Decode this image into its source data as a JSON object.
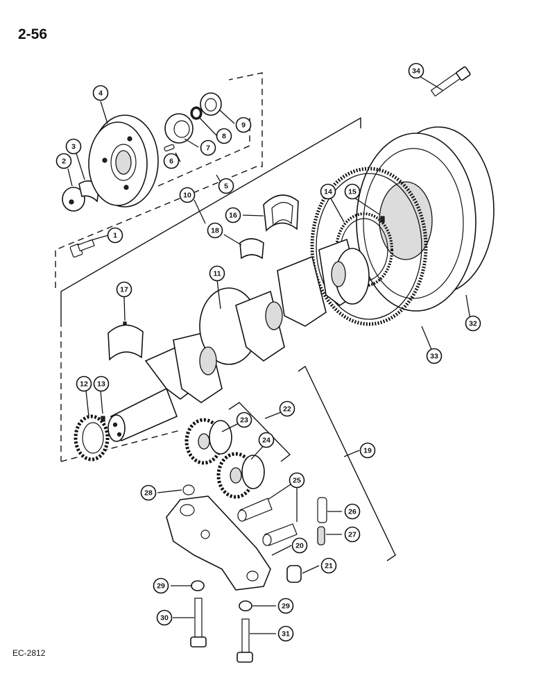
{
  "page_number": "2-56",
  "figure_code": "EC-2812",
  "callouts": [
    {
      "n": "1"
    },
    {
      "n": "2"
    },
    {
      "n": "3"
    },
    {
      "n": "4"
    },
    {
      "n": "5"
    },
    {
      "n": "6"
    },
    {
      "n": "7"
    },
    {
      "n": "8"
    },
    {
      "n": "9"
    },
    {
      "n": "10"
    },
    {
      "n": "11"
    },
    {
      "n": "12"
    },
    {
      "n": "13"
    },
    {
      "n": "14"
    },
    {
      "n": "15"
    },
    {
      "n": "16"
    },
    {
      "n": "17"
    },
    {
      "n": "18"
    },
    {
      "n": "19"
    },
    {
      "n": "20"
    },
    {
      "n": "21"
    },
    {
      "n": "22"
    },
    {
      "n": "23"
    },
    {
      "n": "24"
    },
    {
      "n": "25"
    },
    {
      "n": "26"
    },
    {
      "n": "27"
    },
    {
      "n": "28"
    },
    {
      "n": "29"
    },
    {
      "n": "29"
    },
    {
      "n": "30"
    },
    {
      "n": "31"
    },
    {
      "n": "32"
    },
    {
      "n": "33"
    },
    {
      "n": "34"
    }
  ]
}
